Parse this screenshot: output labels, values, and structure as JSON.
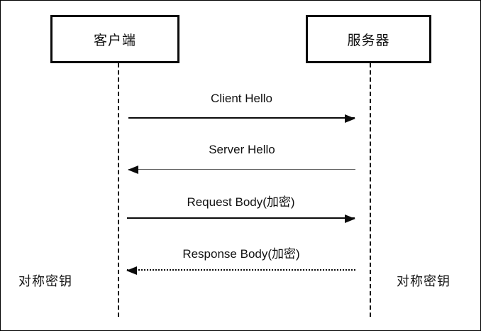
{
  "diagram": {
    "type": "sequence-diagram",
    "background_color": "#ffffff",
    "border_color": "#000000",
    "participants": [
      {
        "id": "client",
        "label": "客户端"
      },
      {
        "id": "server",
        "label": "服务器"
      }
    ],
    "messages": [
      {
        "id": "client-hello",
        "label": "Client Hello",
        "from": "client",
        "to": "server",
        "direction": "right",
        "line_style": "solid",
        "line_color": "#0b0b0b"
      },
      {
        "id": "server-hello",
        "label": "Server Hello",
        "from": "server",
        "to": "client",
        "direction": "left",
        "line_style": "thin",
        "line_color": "#636363"
      },
      {
        "id": "request-body",
        "label": "Request Body(加密)",
        "from": "client",
        "to": "server",
        "direction": "right",
        "line_style": "solid",
        "line_color": "#0b0b0b"
      },
      {
        "id": "response-body",
        "label": "Response Body(加密)",
        "from": "server",
        "to": "client",
        "direction": "left",
        "line_style": "dotted",
        "line_color": "#0b0b0b"
      }
    ],
    "notes": [
      {
        "id": "key-client",
        "label": "对称密钥",
        "side": "left"
      },
      {
        "id": "key-server",
        "label": "对称密钥",
        "side": "right"
      }
    ]
  }
}
